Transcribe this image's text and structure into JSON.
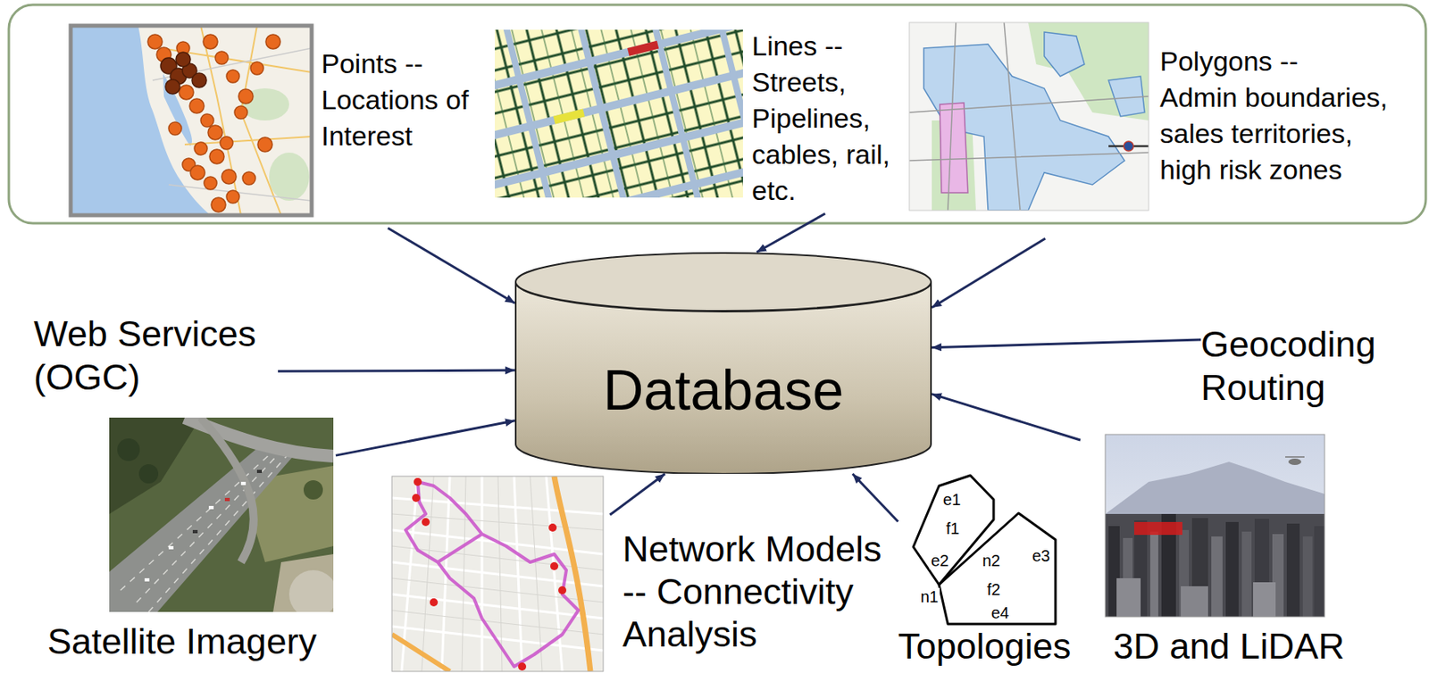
{
  "diagram": {
    "nodes": [
      {
        "text": [
          "Points -- Locations of Interest"
        ]
      },
      {
        "text": [
          "Lines -- Streets, Pipelines, cables, rail, etc."
        ]
      },
      {
        "text": [
          "Polygons -- Admin boundaries, sales territories, high risk zones"
        ]
      },
      {
        "text": [
          "Web Services (OGC)"
        ]
      },
      {
        "text": [
          "Database"
        ]
      },
      {
        "text": [
          "Geocoding Routing"
        ]
      },
      {
        "text": [
          "Satellite Imagery"
        ]
      },
      {
        "text": [
          "Network Models -- Connectivity Analysis"
        ]
      },
      {
        "text": [
          "Topologies"
        ]
      },
      {
        "text": [
          "3D and LiDAR"
        ]
      }
    ],
    "edges": [
      {
        "from": 0,
        "to": 4,
        "arrow": "to"
      },
      {
        "from": 1,
        "to": 4,
        "arrow": "to"
      },
      {
        "from": 2,
        "to": 4,
        "arrow": "to"
      },
      {
        "from": 3,
        "to": 4,
        "arrow": "to"
      },
      {
        "from": 5,
        "to": 4,
        "arrow": "to"
      },
      {
        "from": 6,
        "to": 4,
        "arrow": "to"
      },
      {
        "from": 7,
        "to": 4,
        "arrow": "to"
      },
      {
        "from": 8,
        "to": 4,
        "arrow": "to"
      },
      {
        "from": 9,
        "to": 4,
        "arrow": "to"
      }
    ],
    "labels": [
      "e1",
      "f1",
      "e2",
      "n2",
      "e3",
      "n1",
      "f2",
      "e4"
    ]
  }
}
